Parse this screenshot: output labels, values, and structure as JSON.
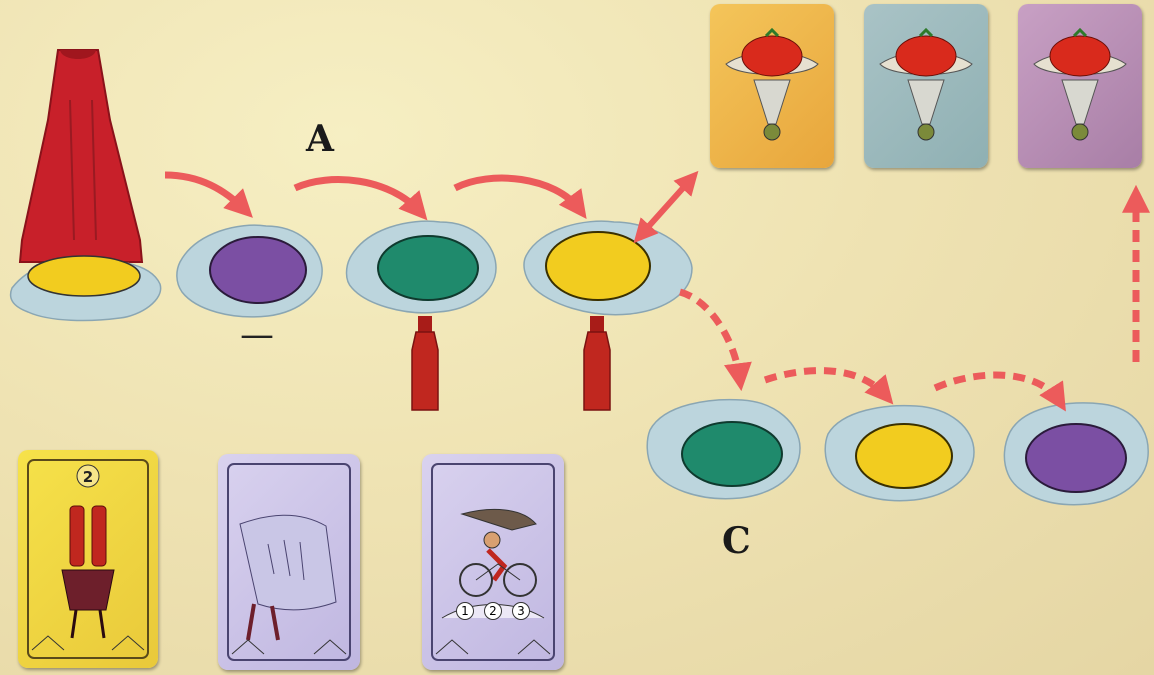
{
  "labels": {
    "a": "A",
    "c": "C",
    "minus": "—"
  },
  "spaces_row_top": [
    {
      "color": "yellow",
      "note": "under vampire"
    },
    {
      "color": "purple"
    },
    {
      "color": "green"
    },
    {
      "color": "yellow"
    }
  ],
  "spaces_row_bottom": [
    {
      "color": "green"
    },
    {
      "color": "yellow"
    },
    {
      "color": "purple"
    }
  ],
  "tomato_cards": [
    "yellow",
    "blue",
    "purple"
  ],
  "bottom_cards": [
    {
      "type": "ketchup",
      "number": "2"
    },
    {
      "type": "hand"
    },
    {
      "type": "bicycle",
      "numbers": [
        "1",
        "2",
        "3"
      ]
    }
  ],
  "colors": {
    "vampire": "#c8202a",
    "arrow": "#ec5b5b",
    "space_purple": "#7b4fa3",
    "space_green": "#1f8a6c",
    "space_yellow": "#f2cc1f",
    "ketchup": "#c0271f"
  }
}
